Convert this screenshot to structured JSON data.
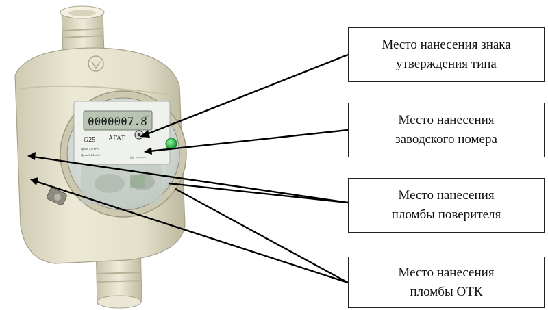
{
  "meter": {
    "lcd_reading": "0000007.8",
    "lcd_unit": "м³",
    "model": "G25",
    "brand": "АГАТ",
    "flow_max": "Qmax 4,0 м³/ч",
    "flow_min": "Qmin 0,04 м³/ч",
    "serial_label": "№"
  },
  "callouts": [
    {
      "line1": "Место нанесения знака",
      "line2": "утверждения типа"
    },
    {
      "line1": "Место нанесения",
      "line2": "заводского номера"
    },
    {
      "line1": "Место нанесения",
      "line2": "пломбы поверителя"
    },
    {
      "line1": "Место нанесения",
      "line2": "пломбы ОТК"
    }
  ],
  "colors": {
    "body": "#e6e3cf",
    "body_shadow": "#c9c5ad",
    "lcd": "#b9c4b5",
    "indicator": "#2dba4a",
    "leader": "#000000"
  }
}
